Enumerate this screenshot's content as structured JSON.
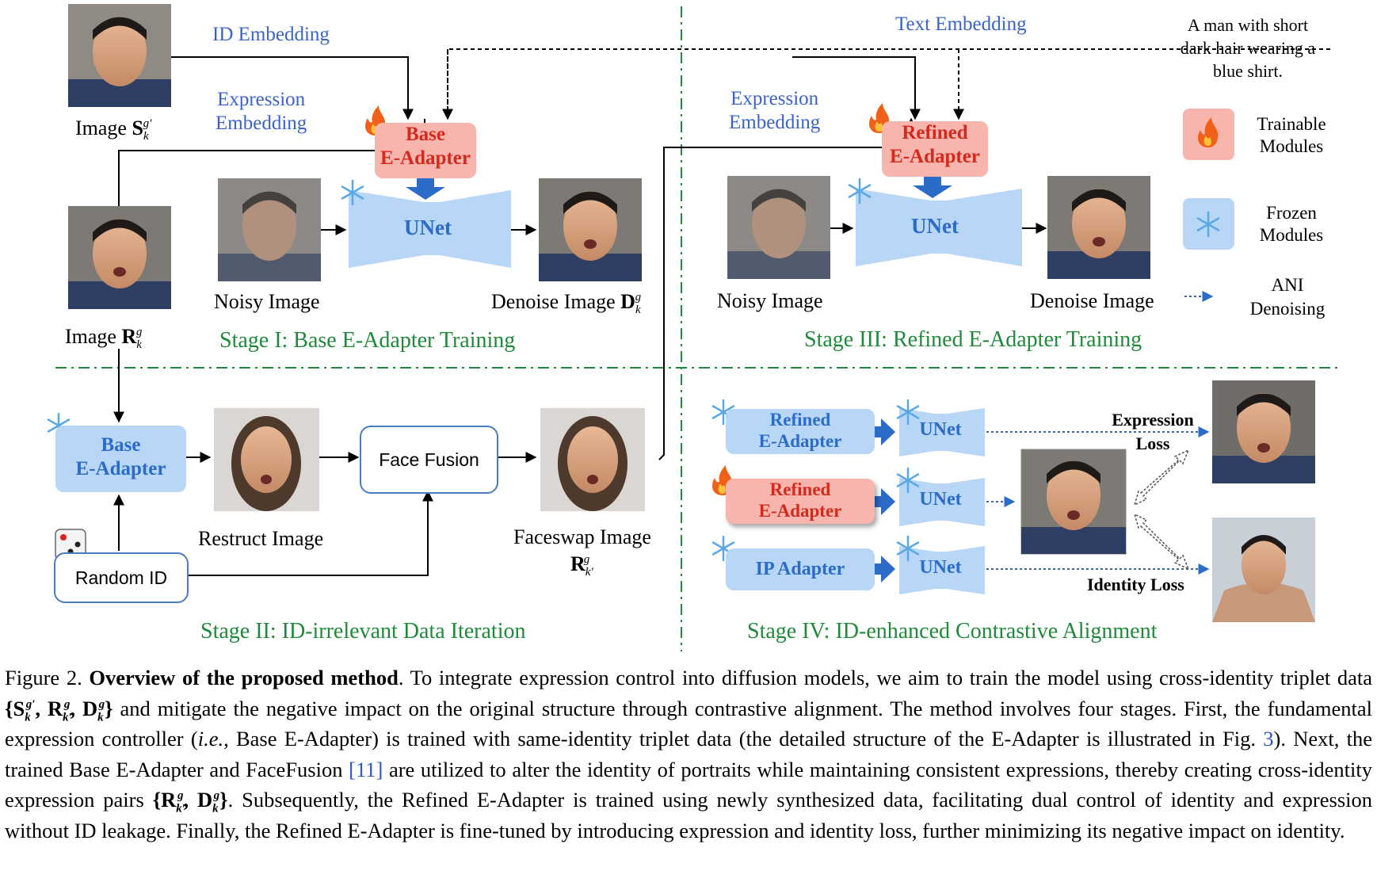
{
  "labels": {
    "id_embedding": "ID Embedding",
    "text_embedding": "Text Embedding",
    "text_prompt_lines": [
      "A man with short",
      "dark hair wearing a",
      "blue shirt."
    ],
    "expression_embedding_1": [
      "Expression",
      "Embedding"
    ],
    "expression_embedding_3": [
      "Expression",
      "Embedding"
    ],
    "image_s_prefix": "Image ",
    "image_s_symbol": "S",
    "image_r_prefix": "Image ",
    "image_r_symbol": "R",
    "noisy_image_1": "Noisy Image",
    "noisy_image_3": "Noisy Image",
    "denoise_image_1_prefix": "Denoise Image ",
    "denoise_image_1_symbol": "D",
    "denoise_image_3": "Denoise Image",
    "restruct_image": "Restruct Image",
    "faceswap_image": "Faceswap Image",
    "faceswap_symbol": "R",
    "face_fusion": "Face Fusion",
    "random_id": "Random ID",
    "unet": "UNet",
    "base_eadapter": [
      "Base",
      "E-Adapter"
    ],
    "refined_eadapter": [
      "Refined",
      "E-Adapter"
    ],
    "ip_adapter": "IP Adapter",
    "expression_loss": [
      "Expression",
      "Loss"
    ],
    "identity_loss": "Identity Loss"
  },
  "stages": {
    "stage1": "Stage I: Base E-Adapter Training",
    "stage2": "Stage II: ID-irrelevant Data Iteration",
    "stage3": "Stage III: Refined E-Adapter Training",
    "stage4": "Stage IV: ID-enhanced Contrastive Alignment"
  },
  "legend": {
    "trainable": [
      "Trainable",
      "Modules"
    ],
    "frozen": [
      "Frozen",
      "Modules"
    ],
    "ani": [
      "ANI",
      "Denoising"
    ]
  },
  "icons": [
    "fire-icon",
    "snowflake-icon",
    "dice-icon",
    "down-arrow-icon"
  ],
  "colors": {
    "trainable_fill": "#f7b5ad",
    "trainable_text": "#d42a1e",
    "frozen_fill": "#b8d6f5",
    "frozen_text": "#2b6cc9",
    "stage_green": "#1f8a3a",
    "embedding_blue": "#3a63c9"
  },
  "caption": {
    "fig_label": "Figure 2.",
    "fig_title": "Overview of the proposed method",
    "s1": ". To integrate expression control into diffusion models, we aim to train the model using cross-identity triplet data ",
    "s2": " and mitigate the negative impact on the original structure through contrastive alignment. The method involves four stages.  First, the fundamental expression controller (",
    "ie": "i.e.,",
    "s3": " Base E-Adapter) is trained with same-identity triplet data (the detailed structure of the E-Adapter is illustrated in Fig. ",
    "ref_fig": "3",
    "s4": "). Next, the trained Base E-Adapter and FaceFusion ",
    "ref_cite": "[11]",
    "s5": " are utilized to alter the identity of portraits while maintaining consistent expressions, thereby creating cross-identity expression pairs ",
    "s6": ". Subsequently, the Refined E-Adapter is trained using newly synthesized data, facilitating dual control of identity and expression without ID leakage. Finally, the Refined E-Adapter is fine-tuned by introducing expression and identity loss, further minimizing its negative impact on identity."
  }
}
